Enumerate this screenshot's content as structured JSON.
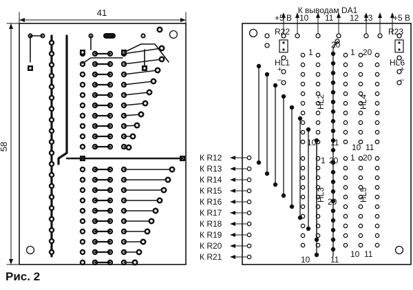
{
  "caption": "Рис. 2",
  "dimensions": {
    "width": "41",
    "height": "58"
  },
  "header": {
    "left_supply": "+5 В",
    "title": "К выводам DA1",
    "right_supply": "+5 В"
  },
  "header_pins": [
    "10",
    "11",
    "12",
    "13"
  ],
  "resistors": {
    "left": "R22",
    "right": "R23"
  },
  "leds": {
    "hl1": "HL1",
    "hl2": "HL2",
    "hl3": "HL3",
    "hl4": "HL4",
    "hl5": "HL5",
    "hl6": "HL6"
  },
  "polarity": {
    "plus": "+",
    "minus": "–"
  },
  "pin_numbers": {
    "top_20": "20",
    "hl2_1": "1",
    "hl4_1": "1",
    "hl4_20": "20",
    "hl2_10": "10",
    "hl2_11": "11",
    "hl4_10": "10",
    "hl4_11": "11",
    "hl3_1": "1",
    "hl3_20": "20",
    "hl5_1": "1",
    "hl5_20": "20",
    "hl3_10": "10",
    "hl3_11": "11",
    "hl5_10": "10",
    "hl5_11": "11"
  },
  "outputs": [
    "К R12",
    "К R13",
    "К R14",
    "К R15",
    "К R16",
    "К R17",
    "К R18",
    "К R19",
    "К R20",
    "К R21"
  ]
}
